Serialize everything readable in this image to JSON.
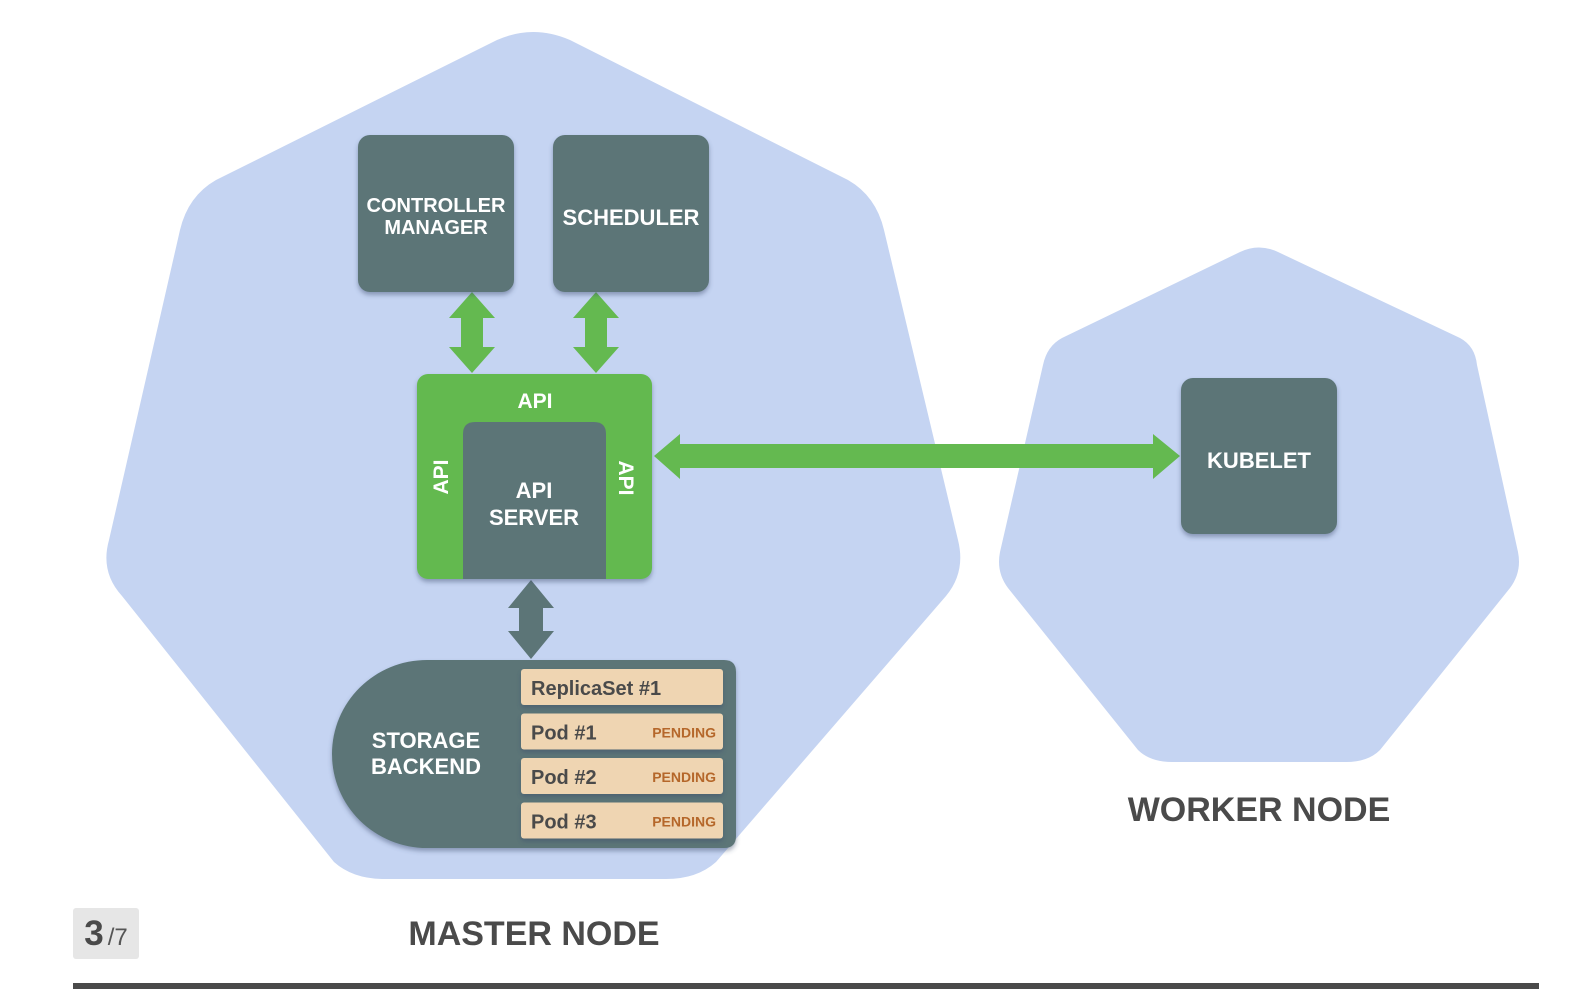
{
  "colors": {
    "node_fill": "#c5d4f2",
    "component_fill": "#5c7577",
    "api_green": "#64b950",
    "record_fill": "#efd5b2",
    "record_text": "#4a4a4a",
    "status_text": "#b5672a",
    "label_text": "#4a4a4a"
  },
  "master_node": {
    "label": "MASTER NODE",
    "controller_manager": {
      "line1": "CONTROLLER",
      "line2": "MANAGER"
    },
    "scheduler": {
      "label": "SCHEDULER"
    },
    "api_wrapper": {
      "top": "API",
      "left": "API",
      "right": "API"
    },
    "api_server": {
      "line1": "API",
      "line2": "SERVER"
    },
    "storage_backend": {
      "line1": "STORAGE",
      "line2": "BACKEND",
      "records": [
        {
          "name": "ReplicaSet #1",
          "status": ""
        },
        {
          "name": "Pod #1",
          "status": "PENDING"
        },
        {
          "name": "Pod #2",
          "status": "PENDING"
        },
        {
          "name": "Pod #3",
          "status": "PENDING"
        }
      ]
    }
  },
  "worker_node": {
    "label": "WORKER NODE",
    "kubelet": {
      "label": "KUBELET"
    }
  },
  "pagination": {
    "current": "3",
    "total": "/7"
  }
}
